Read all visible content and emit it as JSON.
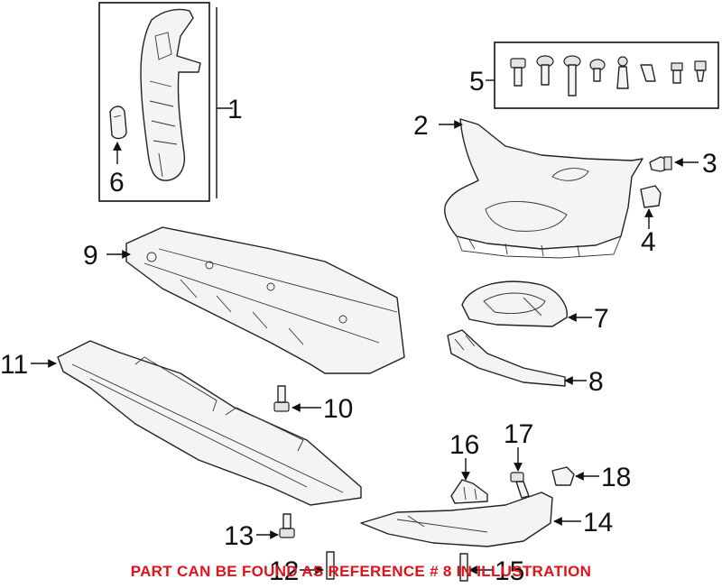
{
  "callouts": {
    "c1": "1",
    "c2": "2",
    "c3": "3",
    "c4": "4",
    "c5": "5",
    "c6": "6",
    "c7": "7",
    "c8": "8",
    "c9": "9",
    "c10": "10",
    "c11": "11",
    "c12": "12",
    "c13": "13",
    "c14": "14",
    "c15": "15",
    "c16": "16",
    "c17": "17",
    "c18": "18"
  },
  "notice": "PART CAN BE FOUND AS REFERENCE # 8 IN ILLUSTRATION",
  "colors": {
    "notice": "#e0121a",
    "line": "#111111",
    "part_fill": "#f4f4f4"
  }
}
